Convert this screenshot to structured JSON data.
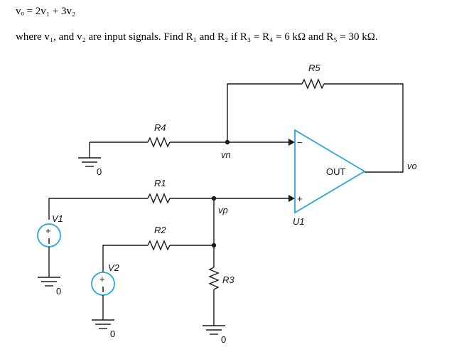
{
  "problem": {
    "equation": "vₒ = 2v₁ + 3v₂",
    "statement": "where v₁, and v₂ are input signals. Find R₁ and R₂ if R₃ = R₄ = 6 kΩ and R₅ = 30 kΩ."
  },
  "circuit": {
    "r5": "R5",
    "r4": "R4",
    "r1": "R1",
    "r2": "R2",
    "r3": "R3",
    "vn": "vn",
    "vp": "vp",
    "vo": "vo",
    "out": "OUT",
    "u1": "U1",
    "v1": "V1",
    "v2": "V2",
    "plus": "+",
    "minus": "−",
    "ground": "0",
    "colors": {
      "opamp": "#29a8d8",
      "source": "#29a8d8",
      "wire": "#1a1a1a"
    }
  }
}
